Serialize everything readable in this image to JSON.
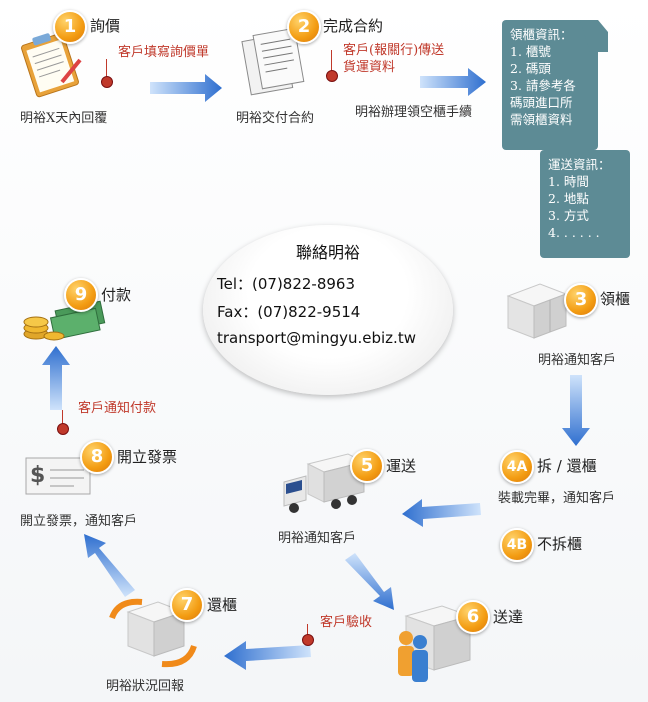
{
  "contact": {
    "title": "聯絡明裕",
    "tel": "Tel：(07)822-8963",
    "fax": "Fax：(07)822-9514",
    "email": "transport@mingyu.ebiz.tw"
  },
  "steps": {
    "s1": {
      "badge": "1",
      "title": "詢價",
      "caption": "明裕X天內回覆",
      "note": "客戶填寫詢價單",
      "icon": "clipboard-icon"
    },
    "s2": {
      "badge": "2",
      "title": "完成合約",
      "caption": "明裕交付合約",
      "note_line1": "客戶(報關行)傳送",
      "note_line2": "貨運資料",
      "icon": "documents-icon"
    },
    "s2b": {
      "caption": "明裕辦理領空櫃手續"
    },
    "s3": {
      "badge": "3",
      "title": "領櫃",
      "caption": "明裕通知客戶",
      "icon": "container-icon"
    },
    "s4a": {
      "badge": "4A",
      "title": "拆 / 還櫃",
      "caption": "裝載完畢，通知客戶"
    },
    "s4b": {
      "badge": "4B",
      "title": "不拆櫃"
    },
    "s5": {
      "badge": "5",
      "title": "運送",
      "caption": "明裕通知客戶",
      "icon": "truck-icon"
    },
    "s6": {
      "badge": "6",
      "title": "送達",
      "note": "客戶驗收",
      "icon": "delivery-people-icon"
    },
    "s7": {
      "badge": "7",
      "title": "還櫃",
      "caption": "明裕狀況回報",
      "icon": "container-return-icon"
    },
    "s8": {
      "badge": "8",
      "title": "開立發票",
      "caption": "開立發票，通知客戶",
      "note": "客戶通知付款",
      "icon": "invoice-check-icon"
    },
    "s9": {
      "badge": "9",
      "title": "付款",
      "icon": "money-coins-icon"
    }
  },
  "panel_container": {
    "heading": "領櫃資訊：",
    "items": [
      "1. 櫃號",
      "2. 碼頭",
      "3. 請參考各",
      "碼頭進口所",
      "需領櫃資料"
    ]
  },
  "panel_shipping": {
    "heading": "運送資訊：",
    "items": [
      "1. 時間",
      "2. 地點",
      "3. 方式",
      "4. . . . . ."
    ]
  },
  "colors": {
    "arrow": "#2f6fcf",
    "badge": "#f39c12",
    "note": "#c0392b",
    "panel": "#5d8b95"
  }
}
